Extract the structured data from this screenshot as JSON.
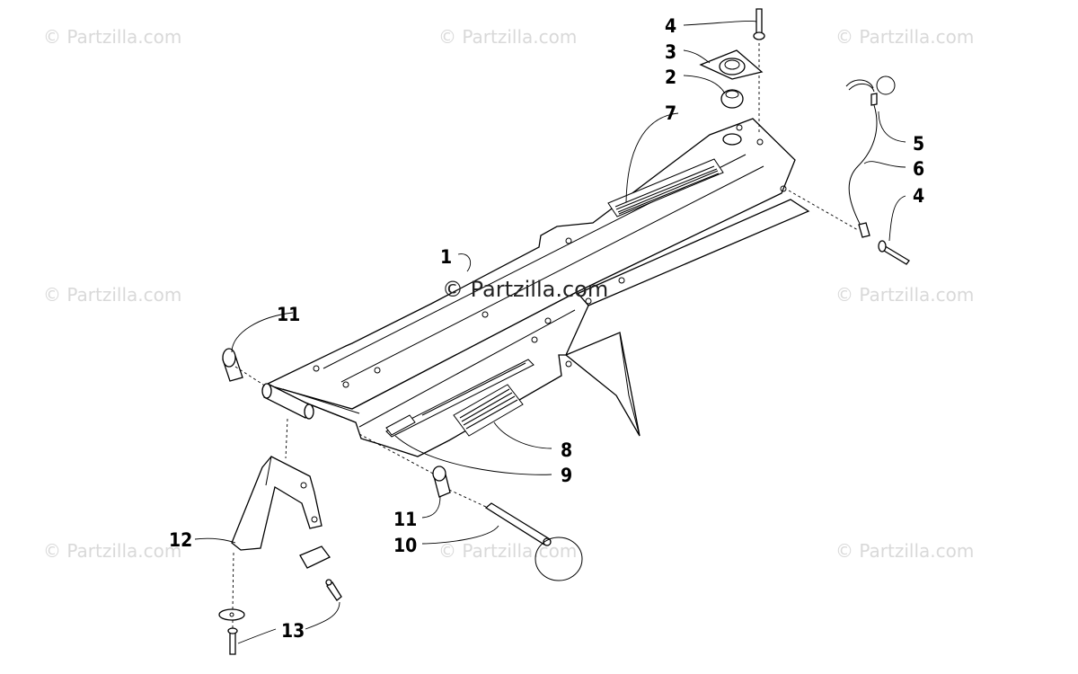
{
  "watermark": {
    "small": "© Partzilla.com",
    "center": "© Partzilla.com"
  },
  "callouts": {
    "c1": "1",
    "c2": "2",
    "c3": "3",
    "c4_top": "4",
    "c4_right": "4",
    "c5": "5",
    "c6": "6",
    "c7": "7",
    "c8": "8",
    "c9": "9",
    "c10": "10",
    "c11_left": "11",
    "c11_bottom": "11",
    "c12": "12",
    "c13": "13"
  }
}
